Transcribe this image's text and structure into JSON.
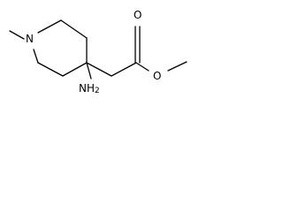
{
  "molecule": {
    "atoms": {
      "nitrogen_ring": "N",
      "amine": "NH",
      "amine_subscript": "2",
      "carbonyl_oxygen": "O",
      "ester_oxygen": "O"
    }
  }
}
